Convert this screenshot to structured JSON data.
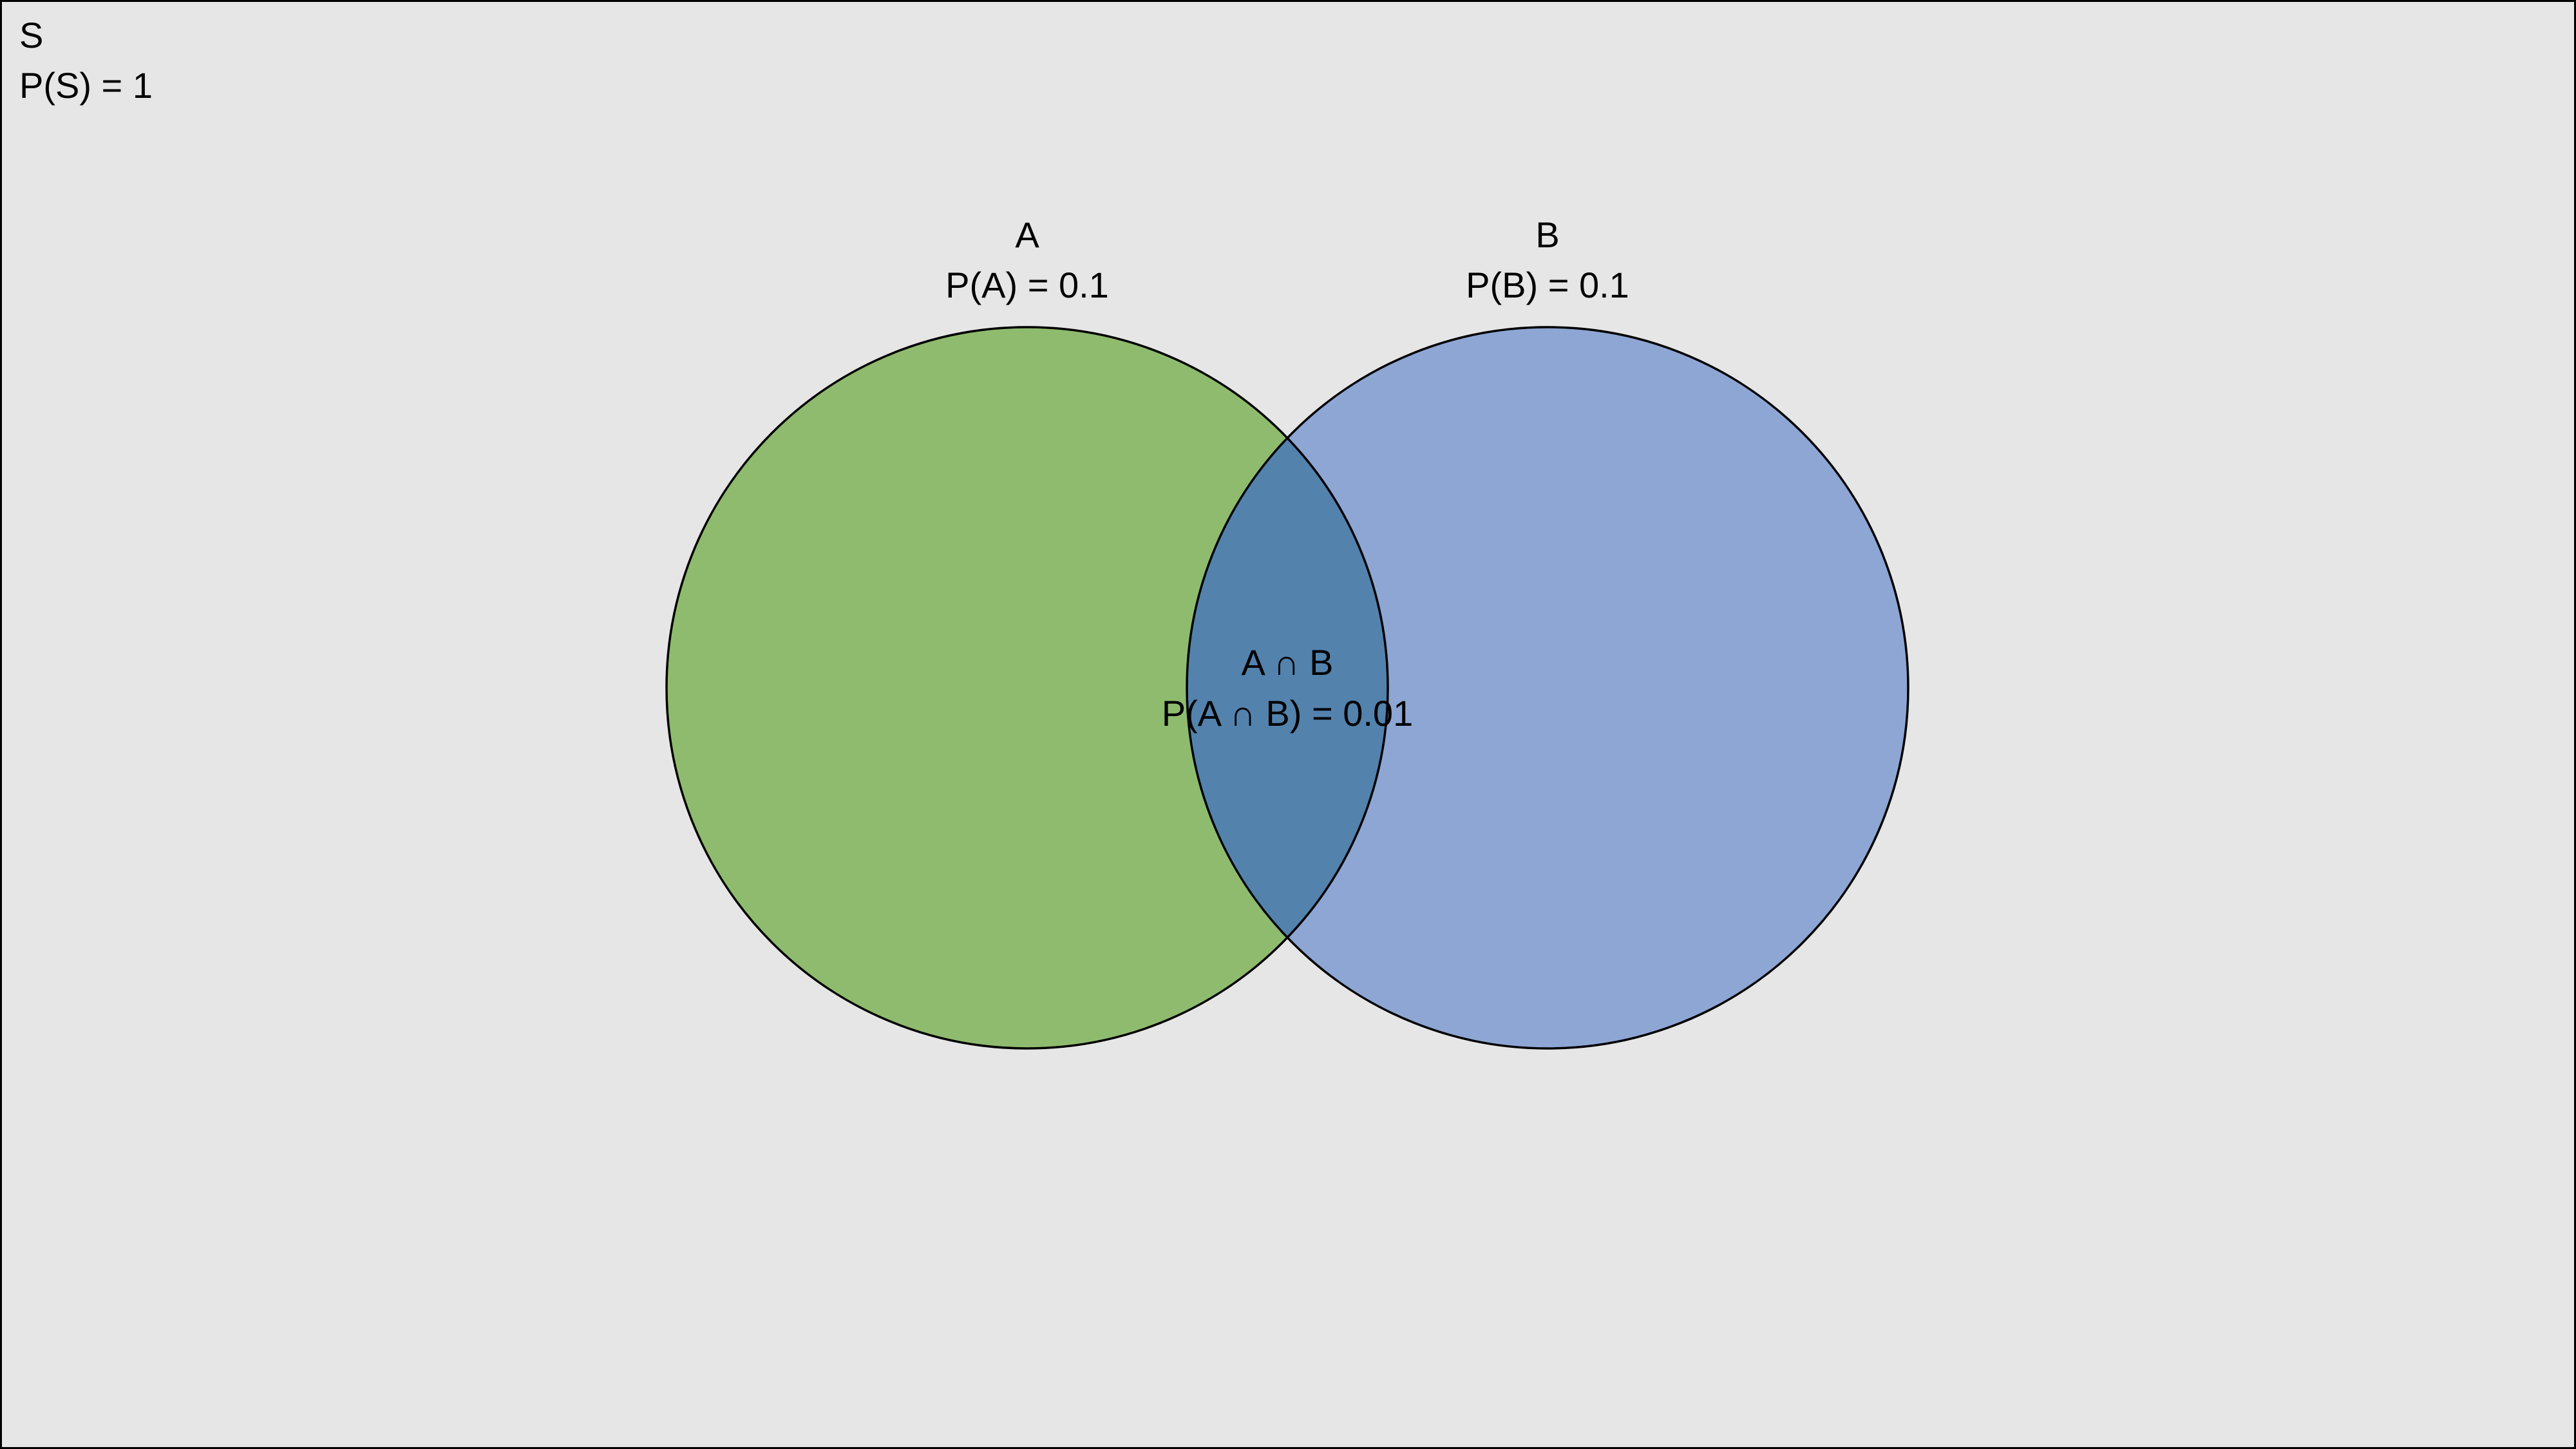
{
  "sample_space": {
    "name": "S",
    "probability_label": "P(S) = 1"
  },
  "set_a": {
    "name": "A",
    "probability_label": "P(A) = 0.1"
  },
  "set_b": {
    "name": "B",
    "probability_label": "P(B) = 0.1"
  },
  "intersection": {
    "name": "A ∩ B",
    "probability_label": "P(A ∩ B) = 0.01"
  },
  "colors": {
    "background": "#e6e6e6",
    "set_a_fill": "#8fbb6e",
    "set_b_fill": "#8ea6d4",
    "intersection_fill": "#5382ad",
    "outline": "#000000"
  }
}
